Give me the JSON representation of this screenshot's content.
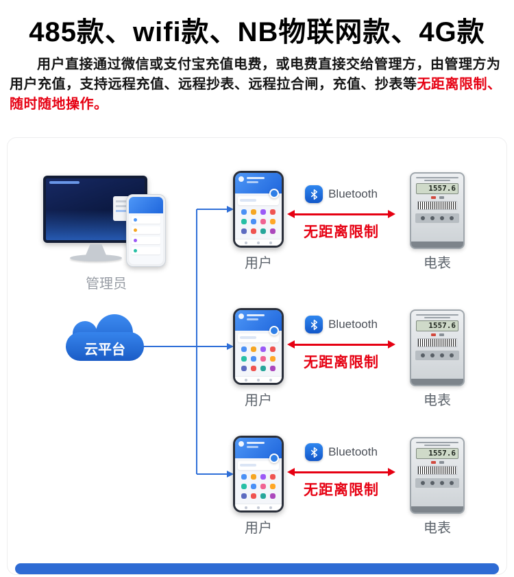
{
  "header": {
    "title": "485款、wifi款、NB物联网款、4G款",
    "description": "用户直接通过微信或支付宝充值电费，或电费直接交给管理方，由管理方为用户充值，支持远程充值、远程抄表、远程拉合闸，充值、抄表等",
    "description_highlight": "无距离限制、随时随地操作。"
  },
  "diagram": {
    "admin": {
      "label": "管理员"
    },
    "cloud": {
      "label": "云平台"
    },
    "rows": [
      {
        "user_label": "用户",
        "bluetooth_label": "Bluetooth",
        "arrow_label": "无距离限制",
        "meter_label": "电表",
        "meter_reading": "1557.6"
      },
      {
        "user_label": "用户",
        "bluetooth_label": "Bluetooth",
        "arrow_label": "无距离限制",
        "meter_label": "电表",
        "meter_reading": "1557.6"
      },
      {
        "user_label": "用户",
        "bluetooth_label": "Bluetooth",
        "arrow_label": "无距离限制",
        "meter_label": "电表",
        "meter_reading": "1557.6"
      }
    ],
    "phone_app_colors": [
      "#4a90f5",
      "#f5a623",
      "#9b59f6",
      "#ef5350",
      "#26bfa5",
      "#4a90f5",
      "#f06292",
      "#ffa726",
      "#5c6bc0",
      "#ef5350",
      "#26a69a",
      "#ab47bc"
    ],
    "colors": {
      "line_blue": "#2f6fd8",
      "highlight_red": "#e60012",
      "cloud_blue": "#2472da",
      "banner_blue": "#2e6bd4"
    }
  }
}
